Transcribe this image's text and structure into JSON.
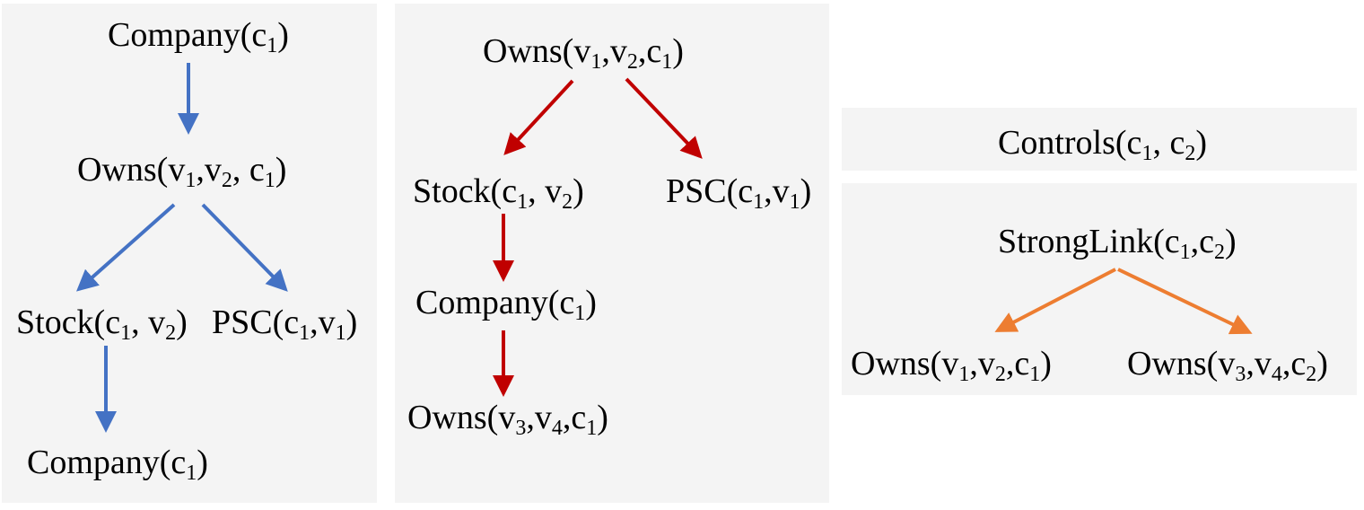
{
  "colors": {
    "panel_bg": "#f4f4f4",
    "tree1_arrow": "#4472c4",
    "tree2_arrow": "#c00000",
    "tree3_arrow": "#ed7d31"
  },
  "tree1": {
    "root": [
      {
        "t": "Company(c"
      },
      {
        "s": "1"
      },
      {
        "t": ")"
      }
    ],
    "owns": [
      {
        "t": "Owns(v"
      },
      {
        "s": "1"
      },
      {
        "t": ",v"
      },
      {
        "s": "2"
      },
      {
        "t": ", c"
      },
      {
        "s": "1"
      },
      {
        "t": ")"
      }
    ],
    "stock": [
      {
        "t": "Stock(c"
      },
      {
        "s": "1"
      },
      {
        "t": ", v"
      },
      {
        "s": "2"
      },
      {
        "t": ")"
      }
    ],
    "psc": [
      {
        "t": "PSC(c"
      },
      {
        "s": "1"
      },
      {
        "t": ",v"
      },
      {
        "s": "1"
      },
      {
        "t": ")"
      }
    ],
    "company": [
      {
        "t": "Company(c"
      },
      {
        "s": "1"
      },
      {
        "t": ")"
      }
    ]
  },
  "tree2": {
    "root": [
      {
        "t": "Owns(v"
      },
      {
        "s": "1"
      },
      {
        "t": ",v"
      },
      {
        "s": "2"
      },
      {
        "t": ",c"
      },
      {
        "s": "1"
      },
      {
        "t": ")"
      }
    ],
    "stock": [
      {
        "t": "Stock(c"
      },
      {
        "s": "1"
      },
      {
        "t": ", v"
      },
      {
        "s": "2"
      },
      {
        "t": ")"
      }
    ],
    "psc": [
      {
        "t": "PSC(c"
      },
      {
        "s": "1"
      },
      {
        "t": ",v"
      },
      {
        "s": "1"
      },
      {
        "t": ")"
      }
    ],
    "company": [
      {
        "t": "Company(c"
      },
      {
        "s": "1"
      },
      {
        "t": ")"
      }
    ],
    "owns": [
      {
        "t": "Owns(v"
      },
      {
        "s": "3"
      },
      {
        "t": ",v"
      },
      {
        "s": "4"
      },
      {
        "t": ",c"
      },
      {
        "s": "1"
      },
      {
        "t": ")"
      }
    ]
  },
  "tree3": {
    "head": [
      {
        "t": "Controls(c"
      },
      {
        "s": "1"
      },
      {
        "t": ", c"
      },
      {
        "s": "2"
      },
      {
        "t": ")"
      }
    ],
    "root": [
      {
        "t": "StrongLink(c"
      },
      {
        "s": "1"
      },
      {
        "t": ",c"
      },
      {
        "s": "2"
      },
      {
        "t": ")"
      }
    ],
    "left": [
      {
        "t": "Owns(v"
      },
      {
        "s": "1"
      },
      {
        "t": ",v"
      },
      {
        "s": "2"
      },
      {
        "t": ",c"
      },
      {
        "s": "1"
      },
      {
        "t": ")"
      }
    ],
    "right": [
      {
        "t": "Owns(v"
      },
      {
        "s": "3"
      },
      {
        "t": ",v"
      },
      {
        "s": "4"
      },
      {
        "t": ",c"
      },
      {
        "s": "2"
      },
      {
        "t": ")"
      }
    ]
  }
}
